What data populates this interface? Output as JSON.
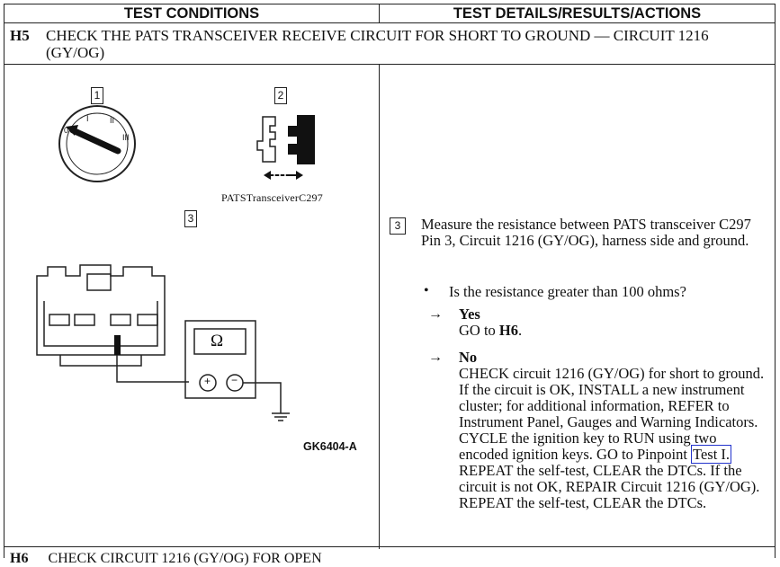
{
  "header": {
    "col1": "TEST CONDITIONS",
    "col2": "TEST DETAILS/RESULTS/ACTIONS"
  },
  "step": {
    "id": "H5",
    "title": "CHECK THE PATS TRANSCEIVER RECEIVE CIRCUIT FOR SHORT TO GROUND — CIRCUIT 1216 (GY/OG)"
  },
  "figure": {
    "callout1": "1",
    "callout2": "2",
    "callout3": "3",
    "connector_label": "PATSTransceiverC297",
    "meter_symbol": "Ω",
    "plus": "+",
    "minus": "−",
    "figure_id": "GK6404-A",
    "ignition_marks": [
      "0",
      "I",
      "II",
      "III"
    ]
  },
  "details": {
    "step_num": "3",
    "measure": "Measure the resistance between PATS transceiver C297 Pin 3, Circuit 1216 (GY/OG), harness side and ground.",
    "bullet": "•",
    "question": "Is the resistance greater than 100 ohms?",
    "arrow": "→",
    "yes_label": "Yes",
    "yes_action_pre": "GO to ",
    "yes_action_target": "H6",
    "yes_action_post": ".",
    "no_label": "No",
    "no_action_1": "CHECK circuit 1216 (GY/OG) for short to ground. If the circuit is OK, INSTALL a new instrument cluster; for additional information, REFER to Instrument Panel, Gauges and Warning Indicators.",
    "no_action_2_pre": "CYCLE the ignition key to RUN using two encoded ignition keys. GO to Pinpoint ",
    "no_action_2_link": "Test I.",
    "no_action_3": "REPEAT the self-test, CLEAR the DTCs. If the circuit is not OK, REPAIR Circuit 1216 (GY/OG). REPEAT the self-test,  CLEAR the DTCs."
  },
  "next_step": {
    "id": "H6",
    "title": "CHECK CIRCUIT 1216 (GY/OG) FOR OPEN"
  }
}
